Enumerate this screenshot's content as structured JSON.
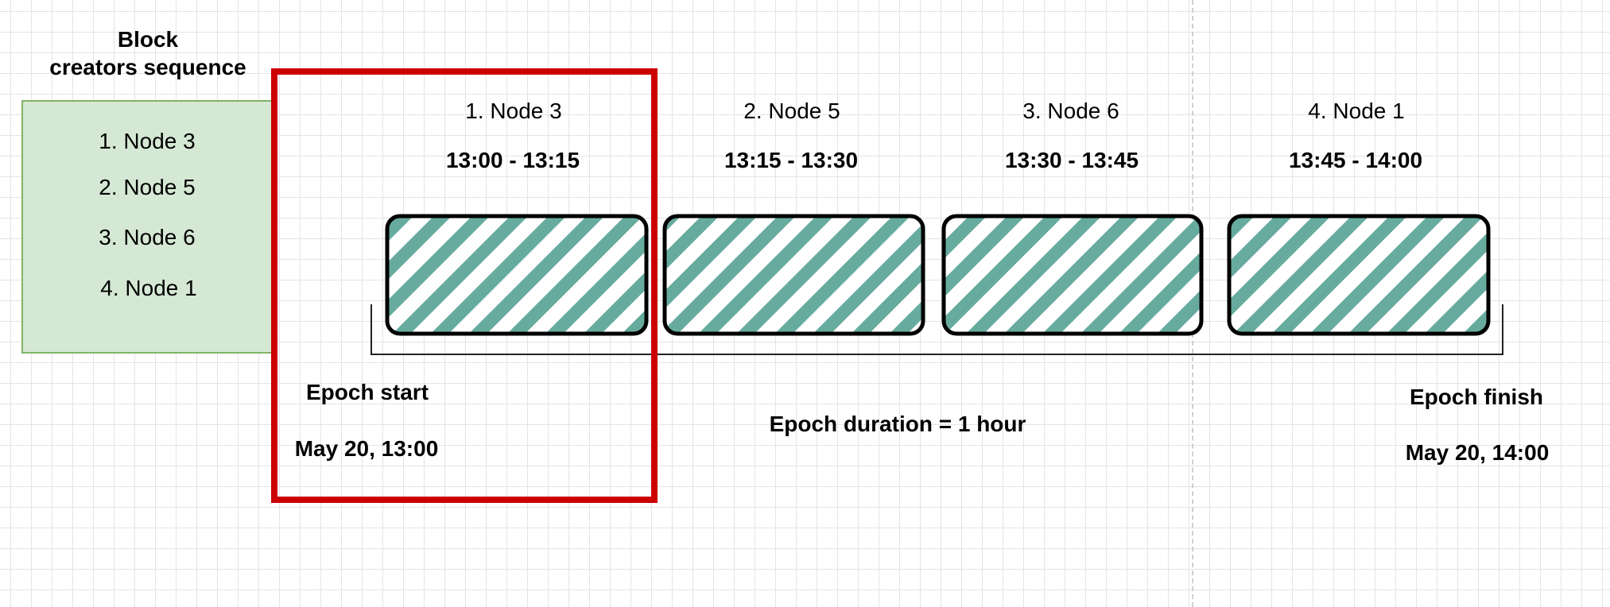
{
  "sequence": {
    "title_line1": "Block",
    "title_line2": "creators sequence",
    "items": [
      "1. Node 3",
      "2. Node 5",
      "3. Node 6",
      "4. Node 1"
    ]
  },
  "slots": [
    {
      "label": "1. Node 3",
      "time": "13:00 - 13:15"
    },
    {
      "label": "2. Node 5",
      "time": "13:15 - 13:30"
    },
    {
      "label": "3. Node 6",
      "time": "13:30 - 13:45"
    },
    {
      "label": "4. Node 1",
      "time": "13:45 - 14:00"
    }
  ],
  "epoch": {
    "start_label": "Epoch start",
    "start_date": "May 20, 13:00",
    "duration": "Epoch duration = 1 hour",
    "finish_label": "Epoch finish",
    "finish_date": "May 20, 14:00"
  },
  "colors": {
    "sequence_fill": "#d5e8d4",
    "sequence_border": "#82b366",
    "slot_hatch": "#67ab9f",
    "highlight": "#cc0000"
  }
}
